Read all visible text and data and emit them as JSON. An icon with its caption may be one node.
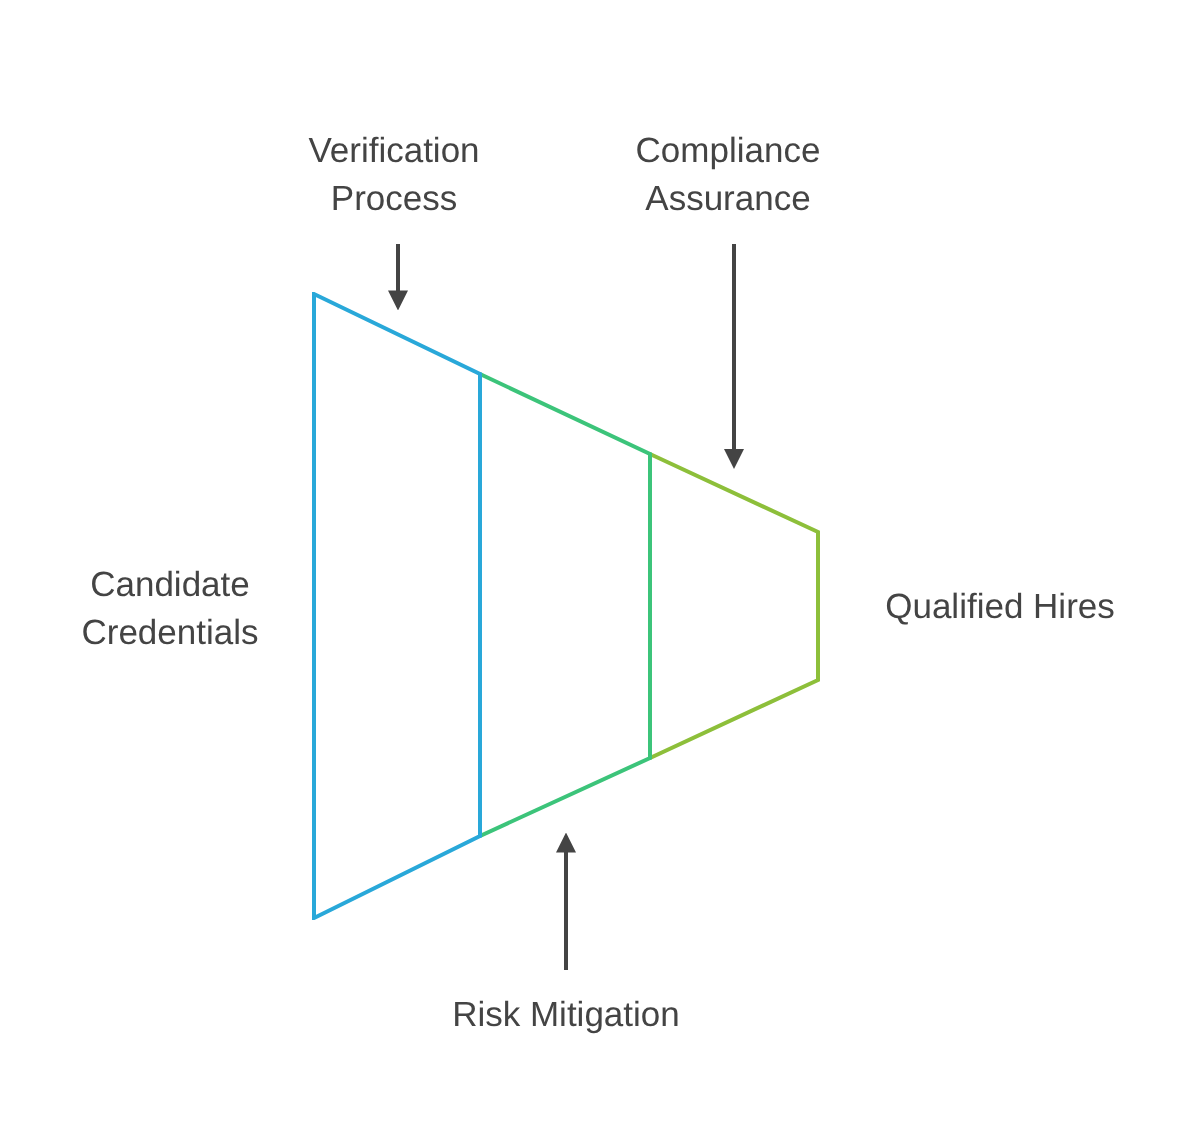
{
  "diagram": {
    "nodes": [
      {
        "text": [],
        "shape": "trapezoid"
      },
      {
        "text": [],
        "shape": "trapezoid"
      },
      {
        "text": [],
        "shape": "trapezoid"
      },
      {
        "text": [
          "Verification Process"
        ]
      },
      {
        "text": [
          "Compliance Assurance"
        ]
      },
      {
        "text": [
          "Risk Mitigation"
        ]
      }
    ],
    "edges": [
      {
        "from": 3,
        "to": 0,
        "arrow": "to"
      },
      {
        "from": 4,
        "to": 2,
        "arrow": "to"
      },
      {
        "from": 5,
        "to": 1,
        "arrow": "to"
      }
    ],
    "labels": [
      "Candidate Credentials",
      "Qualified Hires"
    ]
  }
}
